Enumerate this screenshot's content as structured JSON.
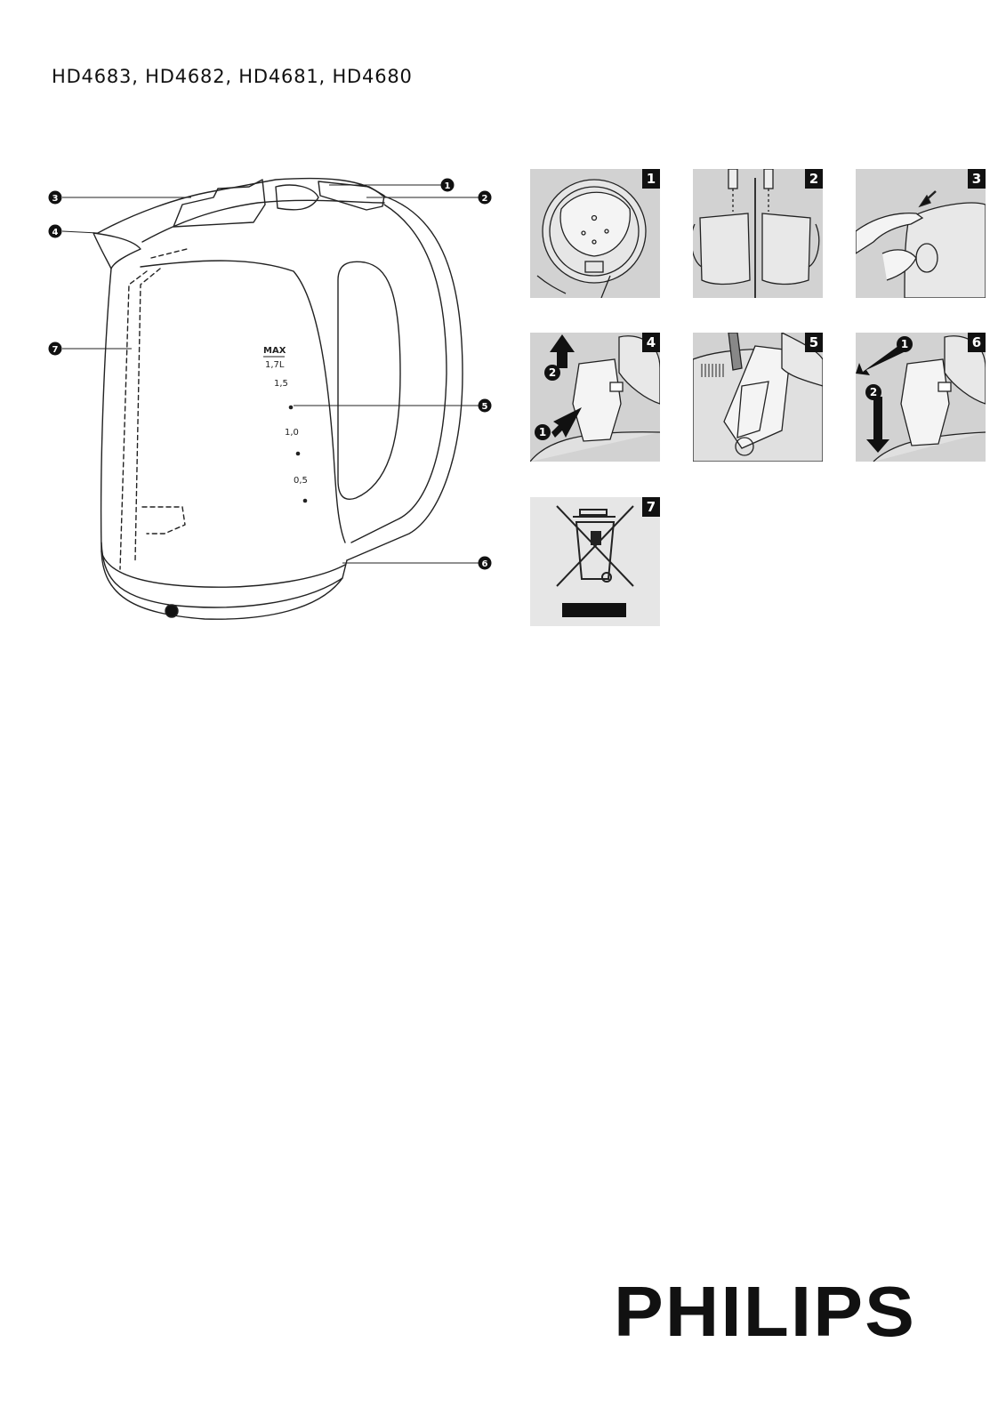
{
  "header": {
    "models": "HD4683, HD4682, HD4681, HD4680"
  },
  "kettle": {
    "callouts": [
      "1",
      "2",
      "3",
      "4",
      "5",
      "6",
      "7"
    ],
    "scale": {
      "max": "MAX",
      "max_volume": "1,7L",
      "mark_1_5": "1,5",
      "mark_1_0": "1,0",
      "mark_0_5": "0,5"
    }
  },
  "panels": [
    {
      "number": "1",
      "subject": "filter-and-lid-icon"
    },
    {
      "number": "2",
      "subject": "rinse-kettle-icon"
    },
    {
      "number": "3",
      "subject": "press-lid-button-icon"
    },
    {
      "number": "4",
      "subject": "remove-filter-icon",
      "arrow_labels": [
        "2",
        "1"
      ]
    },
    {
      "number": "5",
      "subject": "clean-filter-icon"
    },
    {
      "number": "6",
      "subject": "insert-filter-icon",
      "arrow_labels": [
        "1",
        "2"
      ]
    },
    {
      "number": "7",
      "subject": "weee-crossed-bin-icon"
    }
  ],
  "brand": {
    "name": "PHILIPS"
  },
  "colors": {
    "panel_bg": "#d2d2d2",
    "ink": "#111111"
  }
}
